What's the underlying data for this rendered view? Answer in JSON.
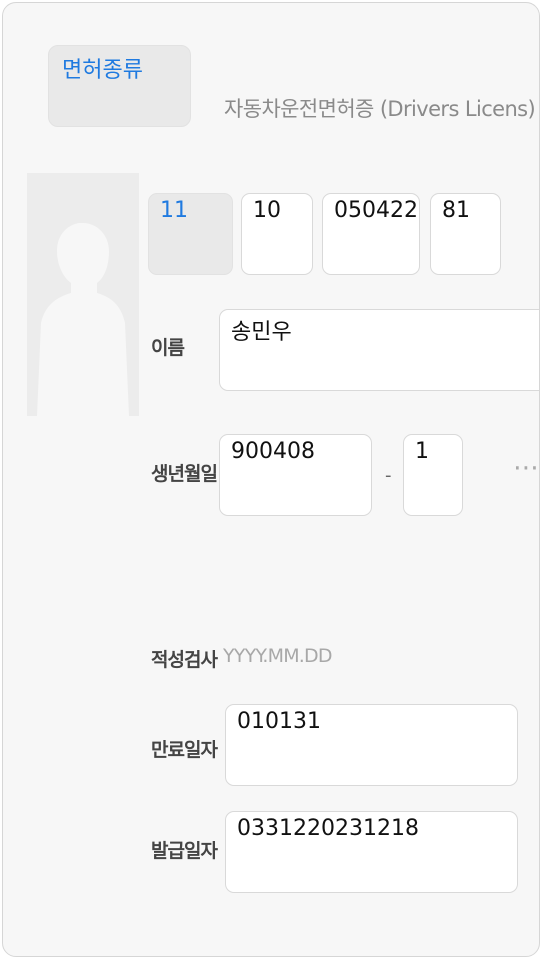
{
  "license_type": {
    "label": "면허종류"
  },
  "card_title": "자동차운전면허증 (Drivers Licens)",
  "license_number": {
    "region": "11",
    "year": "10",
    "serial": "050422",
    "check": "81"
  },
  "name": {
    "label": "이름",
    "value": "송민우"
  },
  "birth": {
    "label": "생년월일",
    "date": "900408",
    "separator": "-",
    "gender": "1"
  },
  "aptitude_test": {
    "label": "적성검사",
    "placeholder": "YYYY.MM.DD"
  },
  "expiry": {
    "label": "만료일자",
    "value": "010131"
  },
  "issue": {
    "label": "발급일자",
    "value": "0331220231218"
  },
  "colors": {
    "accent": "#1f7ae0",
    "card_bg": "#f7f7f7",
    "field_border": "#d9d9d9"
  },
  "icons": [
    "person-silhouette-icon",
    "more-dots-icon"
  ]
}
